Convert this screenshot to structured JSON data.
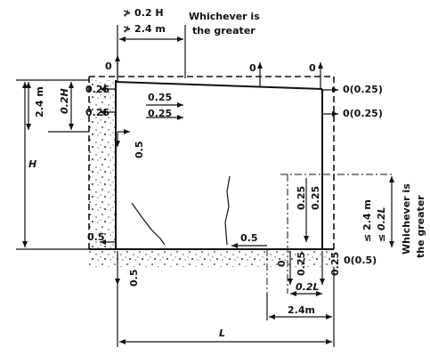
{
  "top_note": {
    "line1": "≯ 0.2 H",
    "line2": "≯ 2.4 m",
    "whichever": "Whichever is",
    "greater": "the greater"
  },
  "top_loads": {
    "zero_a": "0",
    "zero_b": "0",
    "zero_c": "0"
  },
  "right_top": {
    "label_1": "0(0.25)",
    "label_2": "0(0.25)"
  },
  "left_wall": {
    "h_24m": "2.4 m",
    "h_02H": "0.2H",
    "h_H": "H",
    "val_025_a": "0.25",
    "val_025_b": "0.25",
    "val_05_arrow": "0.5",
    "val_05_bottom": "0.5",
    "val_05_down": "0.5"
  },
  "interior": {
    "val_025_a": "0.25",
    "val_025_b": "0.25"
  },
  "floor": {
    "val_05": "0.5",
    "val_0": "0",
    "val_025": "0.25",
    "val_025_b": "0.25",
    "val_0_05": "0(0.5)"
  },
  "right_wall": {
    "val_025_a": "0.25",
    "val_025_b": "0.25",
    "lim_a": "≤ 2.4 m",
    "lim_b": "≤ 0.2L",
    "whichever": "Whichever is",
    "greater": "the greater"
  },
  "bottom_dims": {
    "d_02L": "0.2L",
    "d_24m": "2.4m",
    "d_L": "L"
  }
}
